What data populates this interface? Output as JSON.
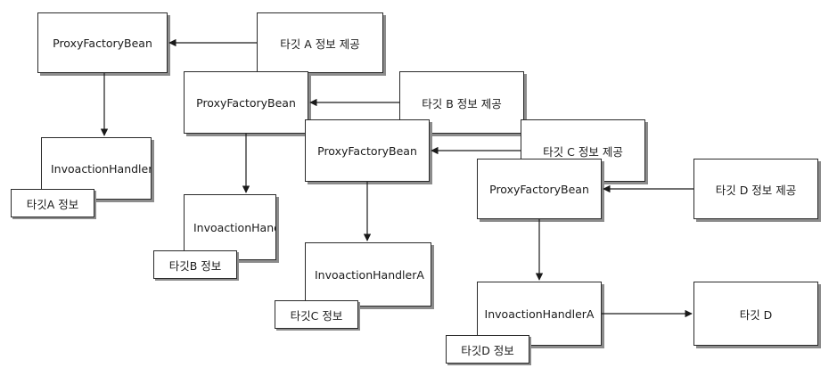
{
  "layers": [
    {
      "proxy": "ProxyFactoryBean",
      "provider": "타깃 A 정보 제공",
      "handler": "InvoactionHandlerA",
      "target_label": "타깃A 정보"
    },
    {
      "proxy": "ProxyFactoryBean",
      "provider": "타깃 B 정보 제공",
      "handler": "InvoactionHandlerA",
      "target_label": "타깃B 정보"
    },
    {
      "proxy": "ProxyFactoryBean",
      "provider": "타깃 C 정보 제공",
      "handler": "InvoactionHandlerA",
      "target_label": "타깃C 정보"
    },
    {
      "proxy": "ProxyFactoryBean",
      "provider": "타깃 D 정보 제공",
      "handler": "InvoactionHandlerA",
      "target_label": "타깃D 정보",
      "target": "타깃 D"
    }
  ],
  "colors": {
    "border": "#2a2a2a",
    "shadow": "#8c8c8c",
    "arrow": "#1a1a1a"
  }
}
